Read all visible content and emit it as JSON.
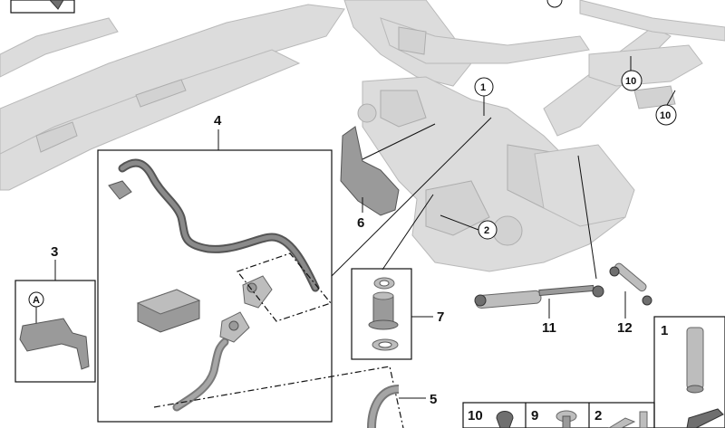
{
  "callouts": {
    "c4": "4",
    "c3": "3",
    "c6": "6",
    "c7": "7",
    "c5": "5",
    "c11": "11",
    "c12": "12",
    "c1": "1"
  },
  "circled": {
    "cc1": "1",
    "cc2": "2",
    "cc10a": "10",
    "cc10b": "10"
  },
  "detail_letter": "A",
  "parts_table": {
    "cell1": "10",
    "cell2": "9",
    "cell3": "2"
  },
  "colors": {
    "ghost": "#dcdcdc",
    "part": "#9a9a9a",
    "line": "#111111"
  }
}
